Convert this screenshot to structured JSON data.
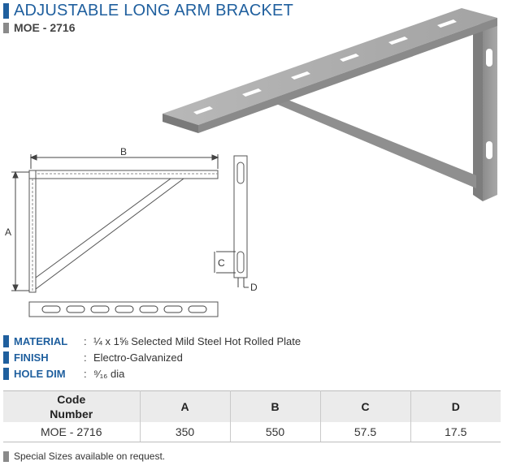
{
  "header": {
    "title": "ADJUSTABLE LONG ARM BRACKET",
    "code": "MOE - 2716"
  },
  "drawing": {
    "label_a": "A",
    "label_b": "B",
    "label_c": "C",
    "label_d": "D"
  },
  "specs": [
    {
      "label": "MATERIAL",
      "colon": ":",
      "value": "¼ x 1⅝ Selected Mild Steel Hot Rolled Plate"
    },
    {
      "label": "FINISH",
      "colon": ":",
      "value": "Electro-Galvanized"
    },
    {
      "label": "HOLE DIM",
      "colon": ":",
      "value": "⁹⁄₁₆ dia"
    }
  ],
  "table": {
    "headers": {
      "code_line1": "Code",
      "code_line2": "Number",
      "a": "A",
      "b": "B",
      "c": "C",
      "d": "D"
    },
    "rows": [
      {
        "code": "MOE - 2716",
        "a": "350",
        "b": "550",
        "c": "57.5",
        "d": "17.5"
      }
    ]
  },
  "note": "Special Sizes available on request.",
  "colors": {
    "accent": "#1f5f9e",
    "marker_gray": "#8a8a8a",
    "steel": "#9a9a9a"
  }
}
